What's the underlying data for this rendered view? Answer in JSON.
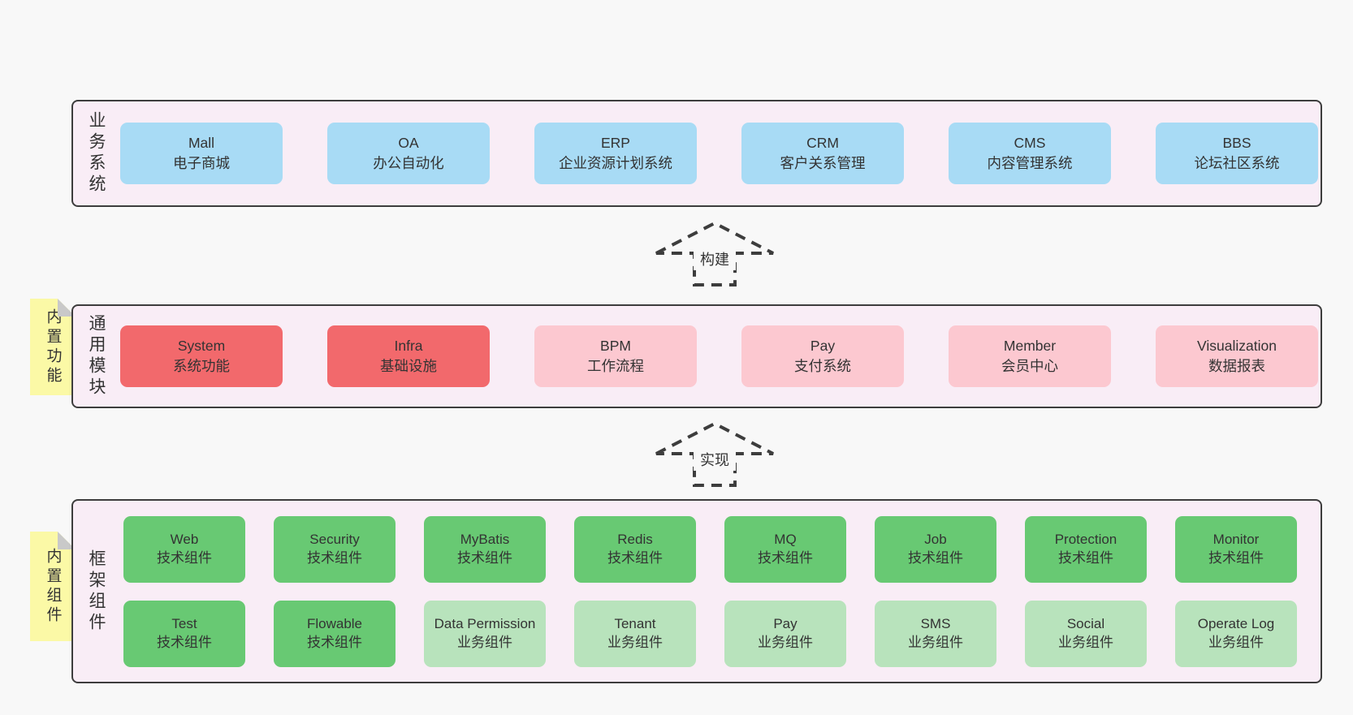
{
  "page": {
    "background": "#f8f8f8"
  },
  "palette": {
    "band_background": "#f9edf6",
    "band_border": "#3d3d3d",
    "business_system_box": "#a8dbf5",
    "core_module_box": "#f2696c",
    "optional_module_box": "#fcc8d0",
    "tech_component_box": "#68c973",
    "business_component_box": "#b8e3bc",
    "note_background": "#fbf9a6",
    "note_fold": "#c9c9c9",
    "text": "#333333"
  },
  "bands": [
    {
      "label": "业务系统",
      "boxes": [
        {
          "name": "Mall",
          "desc": "电子商城"
        },
        {
          "name": "OA",
          "desc": "办公自动化"
        },
        {
          "name": "ERP",
          "desc": "企业资源计划系统"
        },
        {
          "name": "CRM",
          "desc": "客户关系管理"
        },
        {
          "name": "CMS",
          "desc": "内容管理系统"
        },
        {
          "name": "BBS",
          "desc": "论坛社区系统"
        }
      ]
    },
    {
      "label": "通用模块",
      "note": "内置功能",
      "boxes": [
        {
          "name": "System",
          "desc": "系统功能"
        },
        {
          "name": "Infra",
          "desc": "基础设施"
        },
        {
          "name": "BPM",
          "desc": "工作流程"
        },
        {
          "name": "Pay",
          "desc": "支付系统"
        },
        {
          "name": "Member",
          "desc": "会员中心"
        },
        {
          "name": "Visualization",
          "desc": "数据报表"
        }
      ]
    },
    {
      "label": "框架组件",
      "note": "内置组件",
      "rows": [
        [
          {
            "name": "Web",
            "desc": "技术组件"
          },
          {
            "name": "Security",
            "desc": "技术组件"
          },
          {
            "name": "MyBatis",
            "desc": "技术组件"
          },
          {
            "name": "Redis",
            "desc": "技术组件"
          },
          {
            "name": "MQ",
            "desc": "技术组件"
          },
          {
            "name": "Job",
            "desc": "技术组件"
          },
          {
            "name": "Protection",
            "desc": "技术组件"
          },
          {
            "name": "Monitor",
            "desc": "技术组件"
          }
        ],
        [
          {
            "name": "Test",
            "desc": "技术组件"
          },
          {
            "name": "Flowable",
            "desc": "技术组件"
          },
          {
            "name": "Data Permission",
            "desc": "业务组件"
          },
          {
            "name": "Tenant",
            "desc": "业务组件"
          },
          {
            "name": "Pay",
            "desc": "业务组件"
          },
          {
            "name": "SMS",
            "desc": "业务组件"
          },
          {
            "name": "Social",
            "desc": "业务组件"
          },
          {
            "name": "Operate Log",
            "desc": "业务组件"
          }
        ]
      ]
    }
  ],
  "arrows": [
    {
      "label": "构建"
    },
    {
      "label": "实现"
    }
  ]
}
